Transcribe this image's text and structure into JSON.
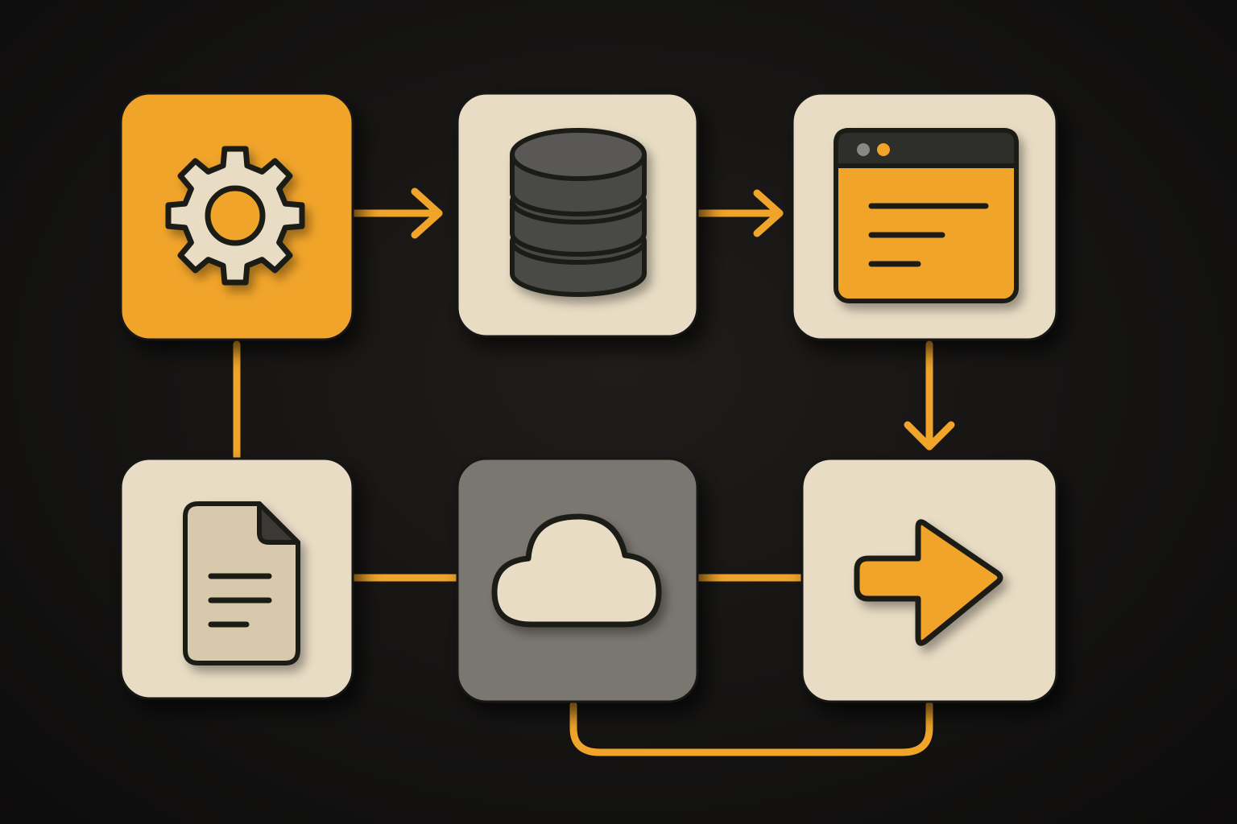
{
  "colors": {
    "background": "#141312",
    "accent": "#f1a42a",
    "tile_light": "#e8dcc4",
    "tile_gray": "#7a7670",
    "ink": "#1b1a19",
    "dark_gray": "#4a4846"
  },
  "nodes": [
    {
      "id": "settings",
      "icon": "gear-icon",
      "tile_color": "accent"
    },
    {
      "id": "database",
      "icon": "database-icon",
      "tile_color": "tile_light"
    },
    {
      "id": "window",
      "icon": "browser-window-icon",
      "tile_color": "tile_light"
    },
    {
      "id": "document",
      "icon": "document-icon",
      "tile_color": "tile_light"
    },
    {
      "id": "cloud",
      "icon": "cloud-icon",
      "tile_color": "tile_gray"
    },
    {
      "id": "output",
      "icon": "arrow-right-icon",
      "tile_color": "tile_light"
    }
  ],
  "edges": [
    {
      "from": "settings",
      "to": "database",
      "arrow": true
    },
    {
      "from": "database",
      "to": "window",
      "arrow": true
    },
    {
      "from": "window",
      "to": "output",
      "arrow": true
    },
    {
      "from": "settings",
      "to": "document",
      "arrow": false
    },
    {
      "from": "document",
      "to": "cloud",
      "arrow": false
    },
    {
      "from": "cloud",
      "to": "output",
      "arrow": false
    },
    {
      "from": "cloud",
      "to": "output",
      "arrow": false,
      "route": "below"
    }
  ]
}
